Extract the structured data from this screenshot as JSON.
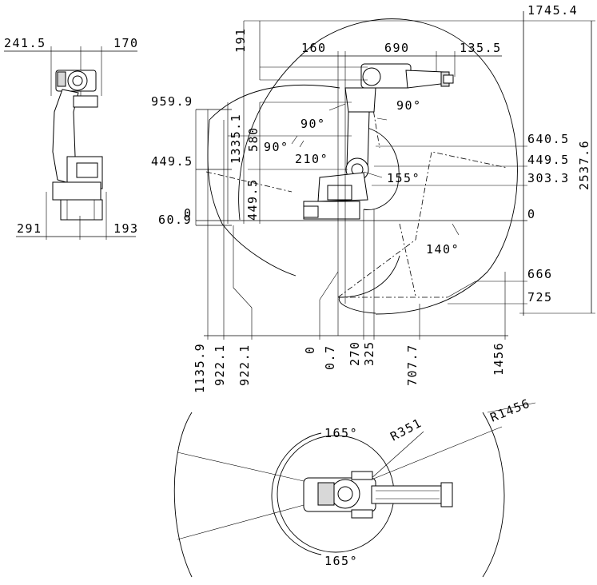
{
  "side_view": {
    "top_left": "241.5",
    "top_right": "170",
    "bottom_left": "291",
    "bottom_right": "193"
  },
  "front_view": {
    "dims_top": [
      "191",
      "160",
      "690",
      "135.5",
      "1745.4"
    ],
    "dims_left": [
      "959.9",
      "449.5",
      "60.9",
      "0"
    ],
    "dims_vertical": [
      "1335.1",
      "580",
      "449.5"
    ],
    "dims_right": [
      "640.5",
      "449.5",
      "303.3",
      "0",
      "666",
      "725",
      "2537.6"
    ],
    "dims_bottom": [
      "1135.9",
      "922.1",
      "922.1",
      "0",
      "0.7",
      "270",
      "325",
      "707.7",
      "1456"
    ],
    "angles": [
      "90°",
      "90°",
      "90°",
      "210°",
      "155°",
      "140°"
    ]
  },
  "top_view": {
    "angle_top": "165°",
    "angle_bottom": "165°",
    "r_inner": "R351",
    "r_outer": "R1456"
  }
}
